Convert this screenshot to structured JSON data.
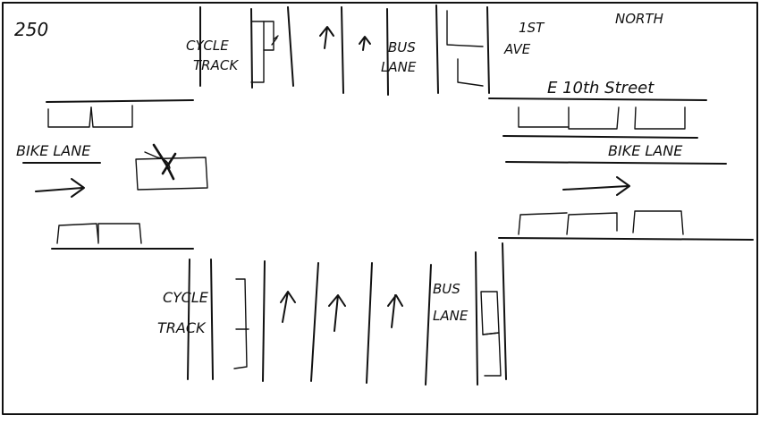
{
  "sheet": {
    "number": "250",
    "north": "NORTH"
  },
  "labels": {
    "cycle_track_top_1": "CYCLE",
    "cycle_track_top_2": "TRACK",
    "bus_lane_top_1": "BUS",
    "bus_lane_top_2": "LANE",
    "first_ave_1": "1ST",
    "first_ave_2": "AVE",
    "tenth_street": "E 10th Street",
    "bike_lane_left": "BIKE LANE",
    "bike_lane_right": "BIKE LANE",
    "cycle_track_bottom_1": "CYCLE",
    "cycle_track_bottom_2": "TRACK",
    "bus_lane_bottom_1": "BUS",
    "bus_lane_bottom_2": "LANE"
  }
}
